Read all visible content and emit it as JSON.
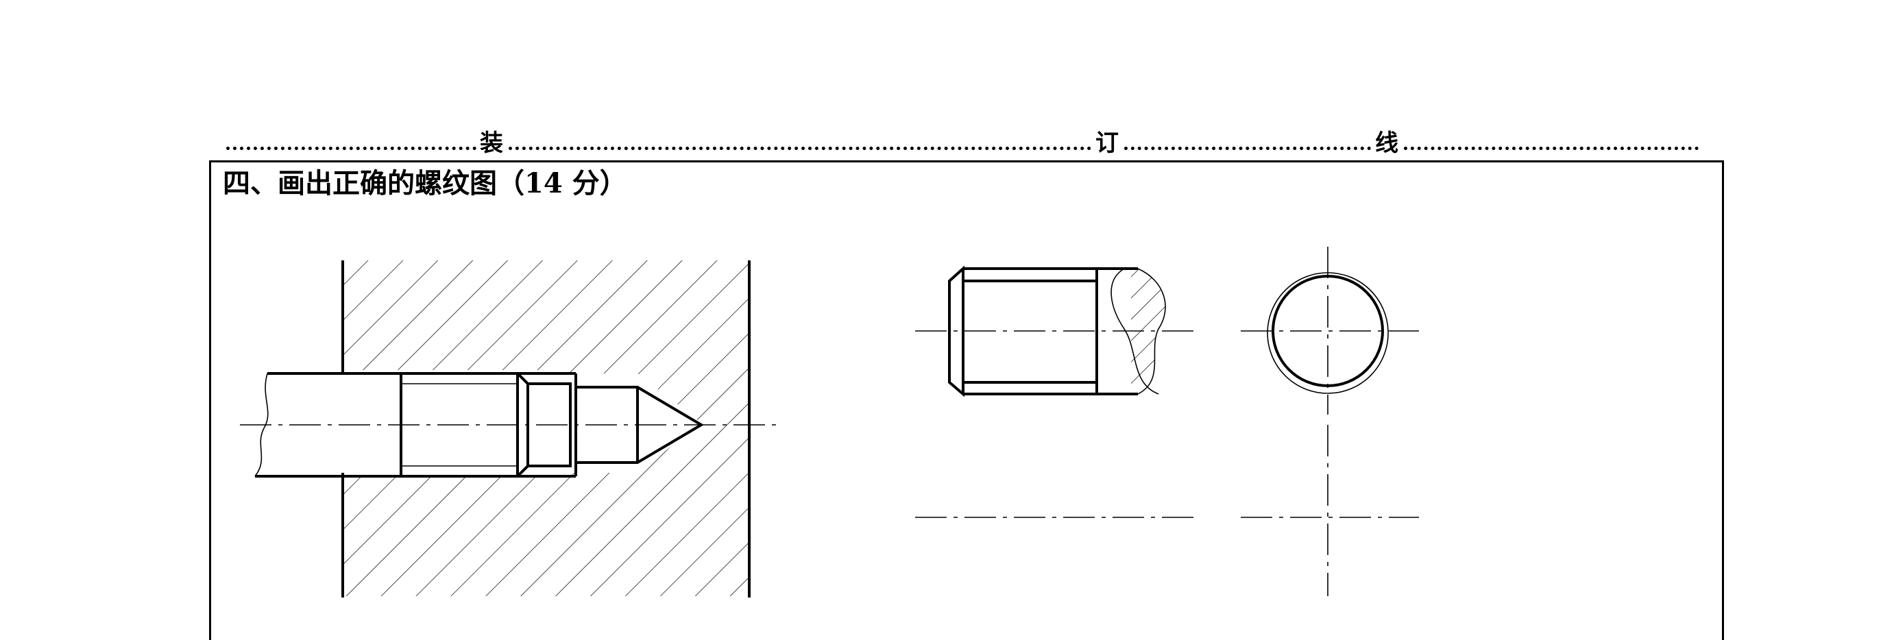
{
  "binding_line": {
    "char_zhuang": "装",
    "char_ding": "订",
    "char_xian": "线"
  },
  "question": {
    "title": "四、画出正确的螺纹图（14 分）"
  },
  "figures": {
    "left": "internal-thread-section-drawing",
    "middle_top": "external-thread-side-view",
    "right_top": "external-thread-end-view",
    "middle_bottom": "blank-centerline-side",
    "right_bottom": "blank-centerline-end"
  }
}
